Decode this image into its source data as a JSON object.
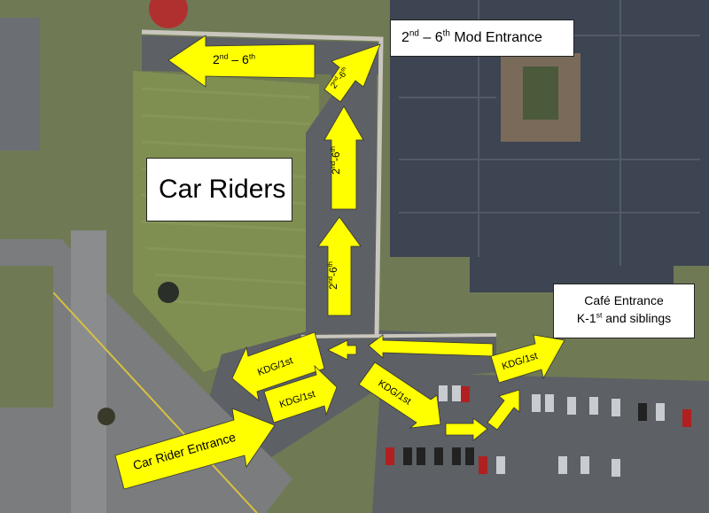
{
  "colors": {
    "arrow": "#ffff00",
    "grass": "#7a8a4e",
    "asphalt": "#5d6064",
    "roof": "#3d4452",
    "label_bg": "#ffffff"
  },
  "labels": {
    "car_riders": "Car Riders",
    "mod_entrance": {
      "pre": "2",
      "sup1": "nd",
      "mid": " – 6",
      "sup2": "th",
      "post": " Mod Entrance"
    },
    "cafe_entrance_line1": "Café Entrance",
    "cafe_entrance_line2": {
      "pre": "K-1",
      "sup": "st",
      "post": " and siblings"
    }
  },
  "arrows": {
    "top_west": {
      "pre": "2",
      "sup1": "nd",
      "mid": " – 6",
      "sup2": "th"
    },
    "curve_north": {
      "pre": "2",
      "sup1": "nd",
      "mid": "-6",
      "sup2": "th"
    },
    "upper_north": {
      "pre": "2",
      "sup1": "nd",
      "mid": "-6",
      "sup2": "th"
    },
    "lower_north": {
      "pre": "2",
      "sup1": "nd",
      "mid": "-6",
      "sup2": "th"
    },
    "west_exit": "KDG/1st",
    "inbound": "KDG/1st",
    "lot_southeast": "KDG/1st",
    "to_cafe": "KDG/1st",
    "entrance": "Car Rider Entrance"
  }
}
